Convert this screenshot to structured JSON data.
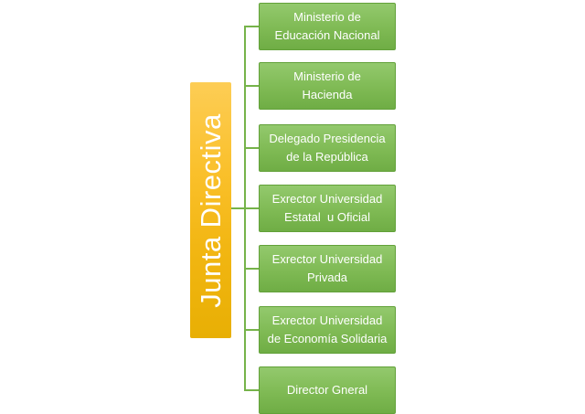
{
  "diagram": {
    "root": {
      "label": "Junta Directiva"
    },
    "members": [
      {
        "label": "Ministerio de\nEducación Nacional"
      },
      {
        "label": "Ministerio de\nHacienda"
      },
      {
        "label": "Delegado Presidencia\nde la República"
      },
      {
        "label": "Exrector Universidad\nEstatal  u Oficial"
      },
      {
        "label": "Exrector Universidad\nPrivada"
      },
      {
        "label": "Exrector Universidad\nde Economía Solidaria"
      },
      {
        "label": "Director Gneral"
      }
    ],
    "colors": {
      "root_gradient_top": "#FDCD55",
      "root_gradient_bottom": "#E8AF04",
      "member_gradient_top": "#93C96D",
      "member_gradient_bottom": "#6FAD45",
      "member_border": "#62A139",
      "connector": "#76B34A",
      "text": "#FFFFFF"
    }
  }
}
